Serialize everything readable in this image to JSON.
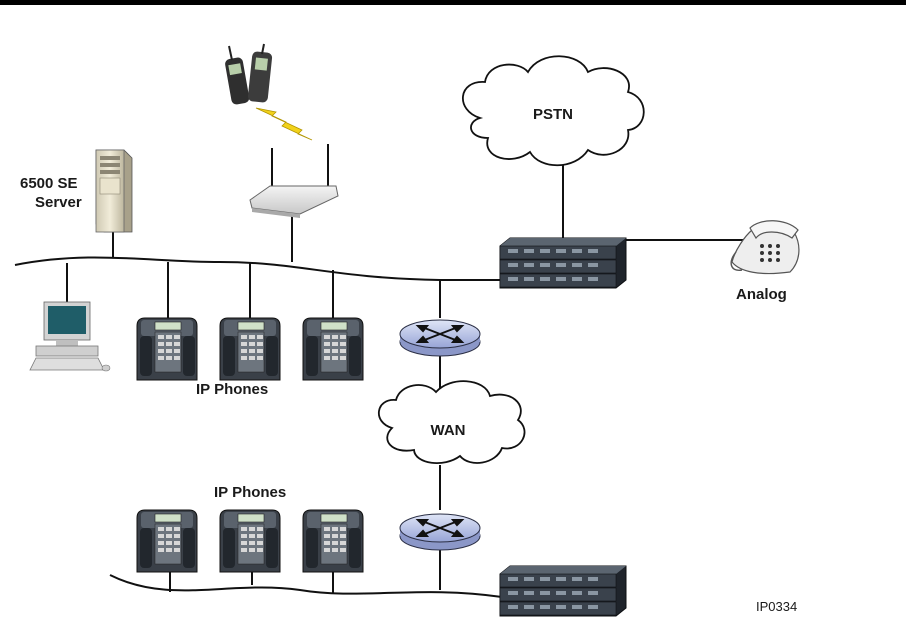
{
  "labels": {
    "server_line1": "6500 SE",
    "server_line2": "Server",
    "pstn": "PSTN",
    "wan": "WAN",
    "analog": "Analog",
    "ip_phones_top": "IP Phones",
    "ip_phones_bottom": "IP Phones",
    "figure_id": "IP0334"
  },
  "icons": {
    "cloud": "cloud-icon",
    "router": "router-icon",
    "switch": "switch-icon",
    "ip_phone": "ip-phone-icon",
    "server": "server-tower-icon",
    "pc": "desktop-pc-icon",
    "access_point": "wireless-access-point-icon",
    "handset": "wireless-handset-icon",
    "analog_phone": "analog-phone-icon",
    "lightning": "lightning-icon"
  },
  "colors": {
    "line": "#111111",
    "cloud_fill": "#ffffff",
    "router_fill": "#b9c3e6",
    "switch_fill": "#2e3540",
    "phone_fill": "#333a42",
    "lightning": "#f2d21b"
  }
}
